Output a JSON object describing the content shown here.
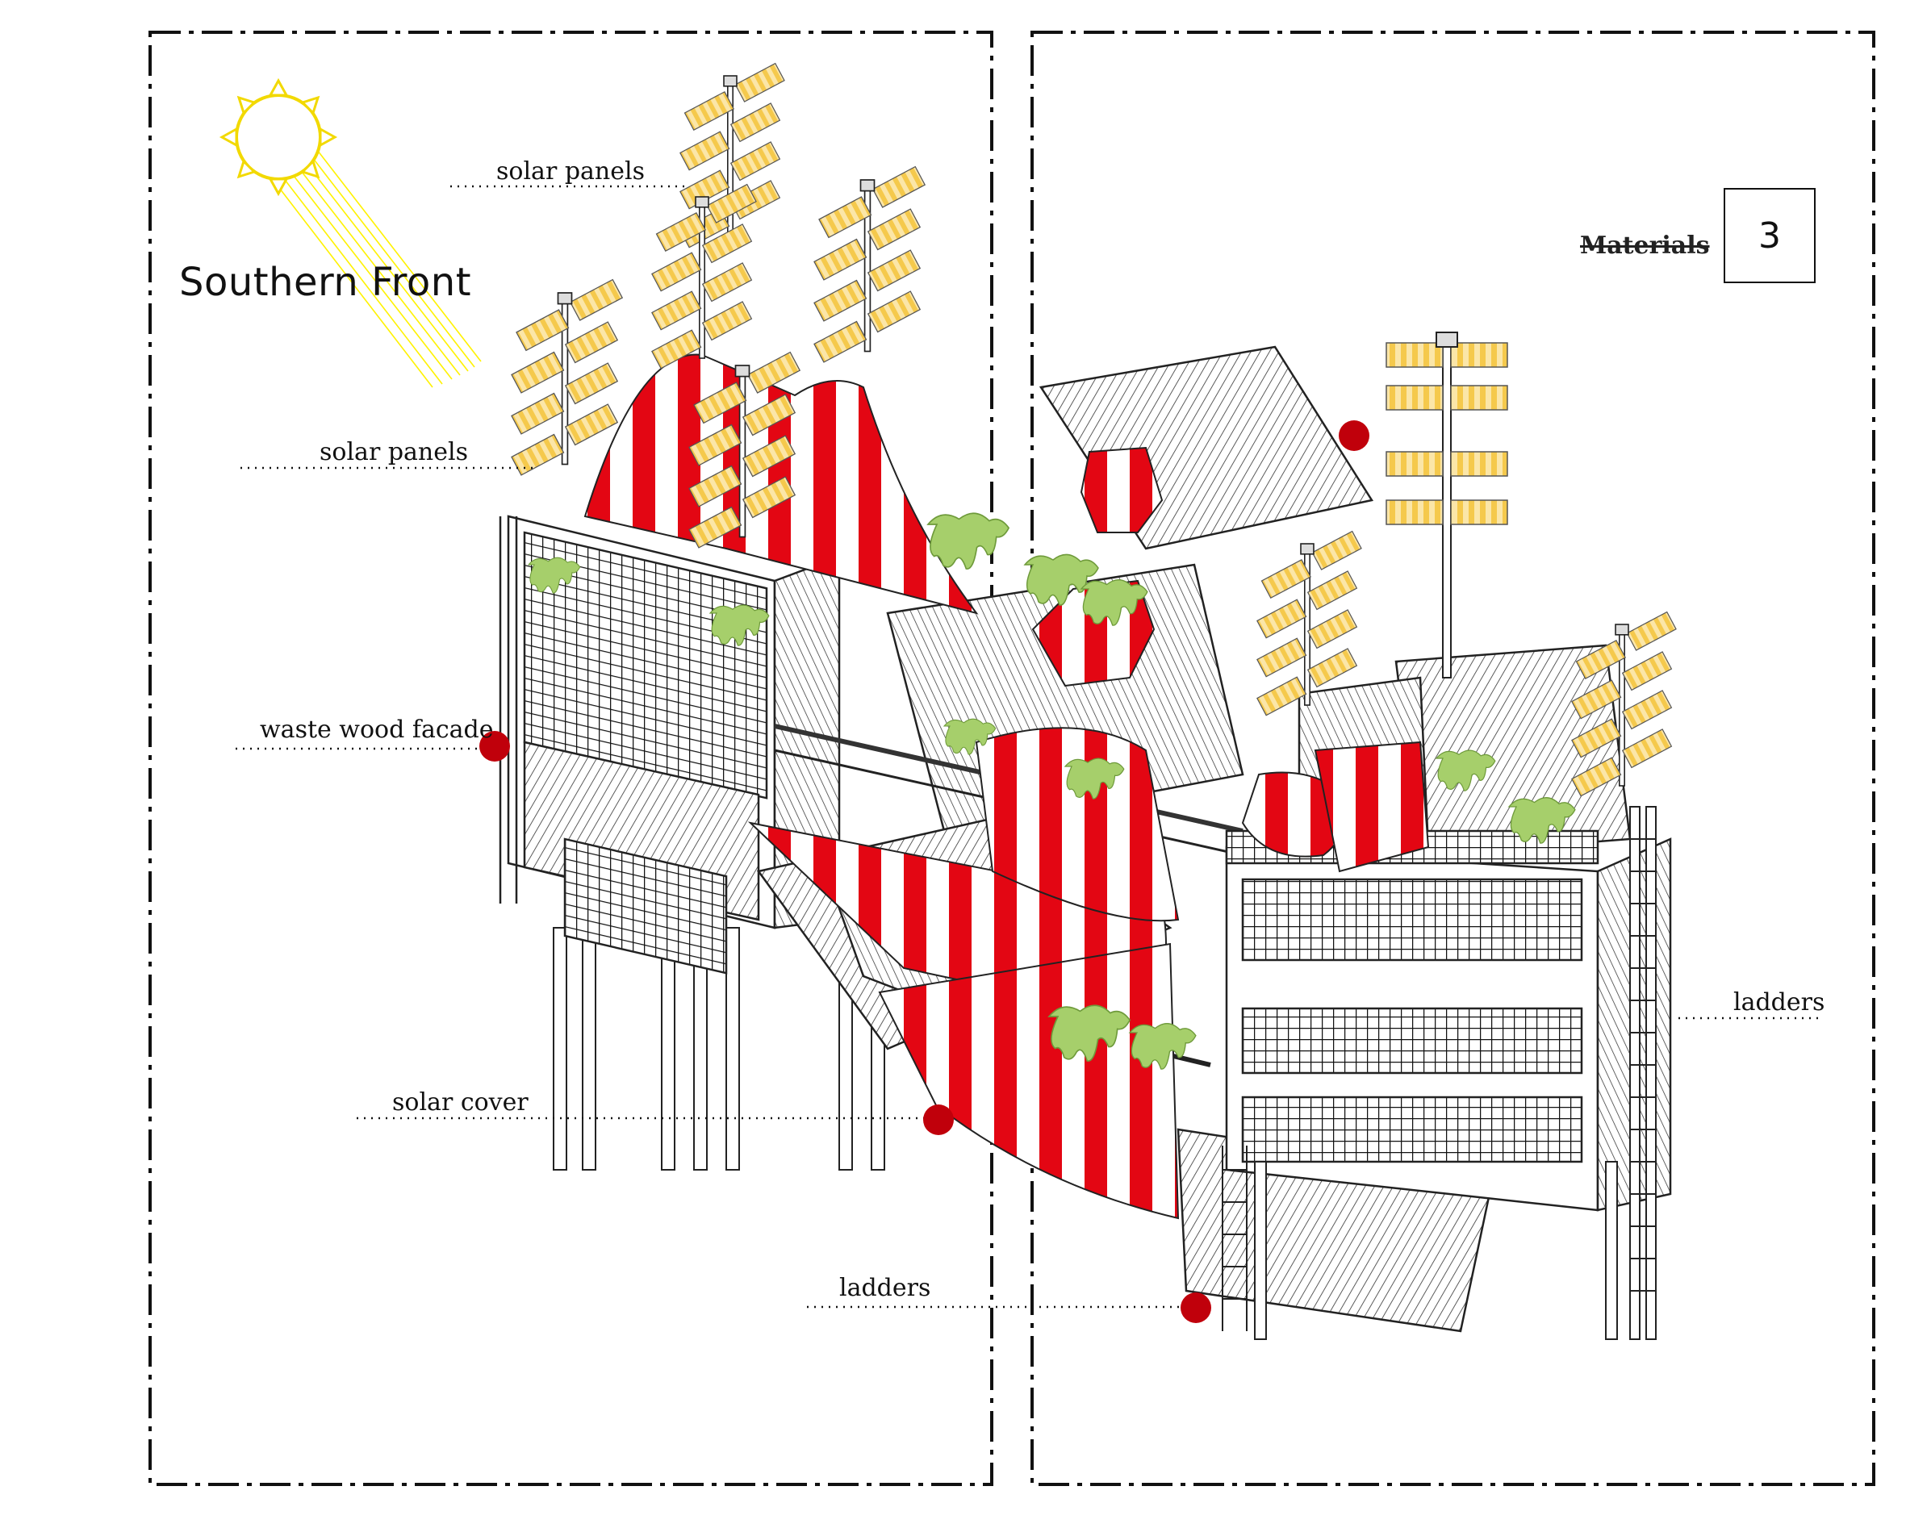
{
  "title": "Southern Front",
  "section": {
    "label": "Materials",
    "page_number": "3"
  },
  "annotations": {
    "solar_panels_top": "solar panels",
    "solar_panels_left": "solar panels",
    "waste_wood_facade": "waste wood facade",
    "solar_cover": "solar cover",
    "ladders_bottom": "ladders",
    "ladders_right": "ladders"
  },
  "colors": {
    "accent_red": "#e30613",
    "marker_red": "#c0000b",
    "panel_yellow": "#f7d56b",
    "moss_green": "#a6cf6b",
    "sun_yellow": "#fff200",
    "ink": "#111111"
  }
}
